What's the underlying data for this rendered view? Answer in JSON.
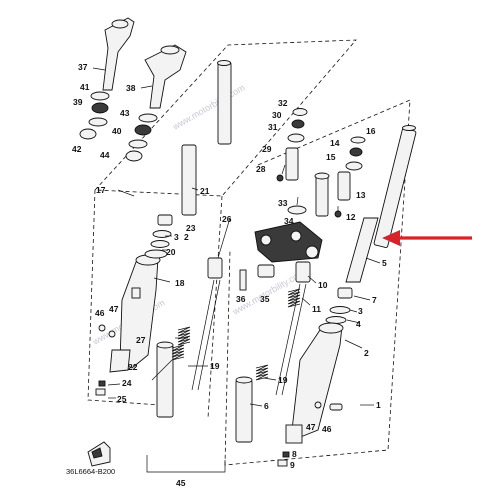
{
  "diagram": {
    "drawing_code": "36L6664-B200",
    "watermarks": [
      "www.motorbility.com",
      "www.motorbility.com",
      "www.motorbility.com"
    ],
    "callouts": [
      {
        "id": "37",
        "text": "37"
      },
      {
        "id": "38",
        "text": "38"
      },
      {
        "id": "41",
        "text": "41"
      },
      {
        "id": "39",
        "text": "39"
      },
      {
        "id": "43",
        "text": "43"
      },
      {
        "id": "40",
        "text": "40"
      },
      {
        "id": "42",
        "text": "42"
      },
      {
        "id": "44",
        "text": "44"
      },
      {
        "id": "17",
        "text": "17"
      },
      {
        "id": "21",
        "text": "21"
      },
      {
        "id": "23",
        "text": "23"
      },
      {
        "id": "3a",
        "text": "3"
      },
      {
        "id": "2a",
        "text": "2"
      },
      {
        "id": "20",
        "text": "20"
      },
      {
        "id": "18",
        "text": "18"
      },
      {
        "id": "46a",
        "text": "46"
      },
      {
        "id": "47a",
        "text": "47"
      },
      {
        "id": "27",
        "text": "27"
      },
      {
        "id": "22",
        "text": "22"
      },
      {
        "id": "24",
        "text": "24"
      },
      {
        "id": "25",
        "text": "25"
      },
      {
        "id": "19a",
        "text": "19"
      },
      {
        "id": "26",
        "text": "26"
      },
      {
        "id": "32",
        "text": "32"
      },
      {
        "id": "30",
        "text": "30"
      },
      {
        "id": "31",
        "text": "31"
      },
      {
        "id": "29",
        "text": "29"
      },
      {
        "id": "28",
        "text": "28"
      },
      {
        "id": "33",
        "text": "33"
      },
      {
        "id": "34",
        "text": "34"
      },
      {
        "id": "36",
        "text": "36"
      },
      {
        "id": "35",
        "text": "35"
      },
      {
        "id": "10",
        "text": "10"
      },
      {
        "id": "11",
        "text": "11"
      },
      {
        "id": "19b",
        "text": "19"
      },
      {
        "id": "6",
        "text": "6"
      },
      {
        "id": "16",
        "text": "16"
      },
      {
        "id": "14",
        "text": "14"
      },
      {
        "id": "15",
        "text": "15"
      },
      {
        "id": "13",
        "text": "13"
      },
      {
        "id": "12",
        "text": "12"
      },
      {
        "id": "5",
        "text": "5"
      },
      {
        "id": "7",
        "text": "7"
      },
      {
        "id": "3b",
        "text": "3"
      },
      {
        "id": "4",
        "text": "4"
      },
      {
        "id": "2b",
        "text": "2"
      },
      {
        "id": "1",
        "text": "1"
      },
      {
        "id": "47b",
        "text": "47"
      },
      {
        "id": "46b",
        "text": "46"
      },
      {
        "id": "8",
        "text": "8"
      },
      {
        "id": "9",
        "text": "9"
      },
      {
        "id": "45",
        "text": "45"
      }
    ],
    "arrow_color": "#d8232a"
  }
}
